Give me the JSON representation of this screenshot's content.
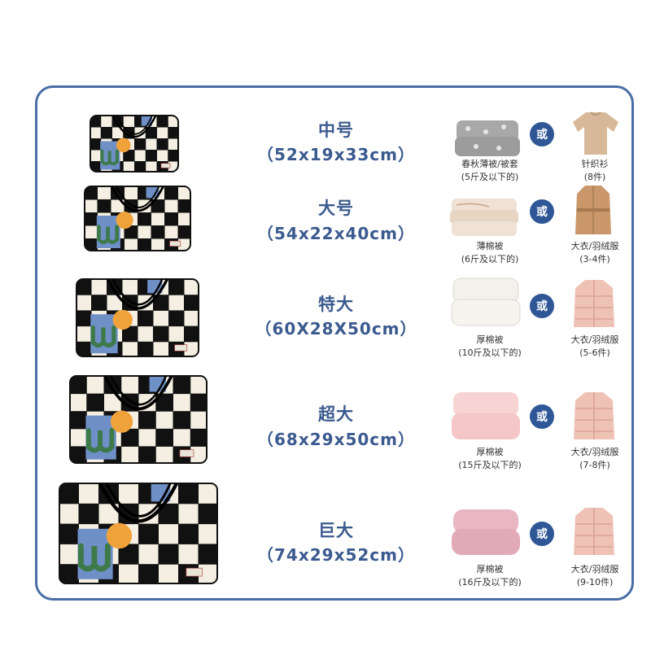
{
  "colors": {
    "frame": "#4a6ea5",
    "title": "#3b5a8f",
    "or_badge": "#2f5696"
  },
  "or_label": "或",
  "sizes": [
    {
      "name": "中号",
      "dims": "（52x19x33cm）",
      "option_a": {
        "icon": "gray-star-blanket-icon",
        "line1": "春秋薄被/被套",
        "line2": "(5斤及以下的)"
      },
      "option_b": {
        "icon": "knit-sweater-icon",
        "line1": "针织衫",
        "line2": "(8件)"
      }
    },
    {
      "name": "大号",
      "dims": "（54x22x40cm）",
      "option_a": {
        "icon": "folded-thin-quilt-icon",
        "line1": "薄棉被",
        "line2": "(6斤及以下的)"
      },
      "option_b": {
        "icon": "trench-coat-icon",
        "line1": "大衣/羽绒服",
        "line2": "(3-4件)"
      }
    },
    {
      "name": "特大",
      "dims": "（60X28X50cm）",
      "option_a": {
        "icon": "white-thick-quilt-icon",
        "line1": "厚棉被",
        "line2": "(10斤及以下的)"
      },
      "option_b": {
        "icon": "pink-down-jacket-icon",
        "line1": "大衣/羽绒服",
        "line2": "(5-6件)"
      }
    },
    {
      "name": "超大",
      "dims": "（68x29x50cm）",
      "option_a": {
        "icon": "pink-thick-quilt-icon",
        "line1": "厚棉被",
        "line2": "(15斤及以下的)"
      },
      "option_b": {
        "icon": "pink-down-jacket-icon",
        "line1": "大衣/羽绒服",
        "line2": "(7-8件)"
      }
    },
    {
      "name": "巨大",
      "dims": "（74x29x52cm）",
      "option_a": {
        "icon": "pink-comforter-icon",
        "line1": "厚棉被",
        "line2": "(16斤及以下的)"
      },
      "option_b": {
        "icon": "pink-down-jacket-icon",
        "line1": "大衣/羽绒服",
        "line2": "(9-10件)"
      }
    }
  ]
}
